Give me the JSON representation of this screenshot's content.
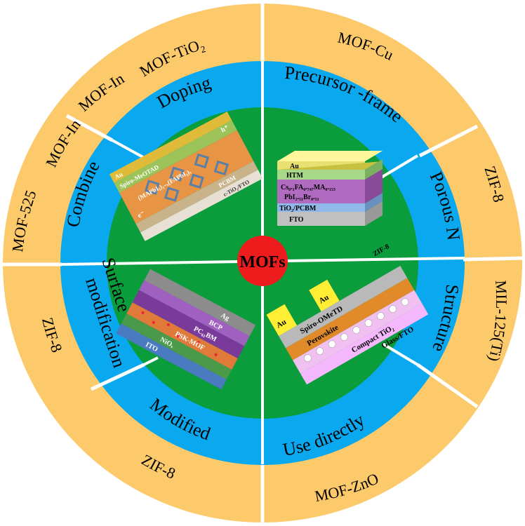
{
  "center": {
    "label": "MOFs"
  },
  "colors": {
    "outer_ring": "#fcc96b",
    "middle_ring": "#0aa8ee",
    "inner_disk": "#0b9c3c",
    "center": "#ee1c1c",
    "divider": "#ffffff"
  },
  "outer_ring": {
    "top_left": [
      "MOF-TiO₂",
      "MOF-In"
    ],
    "left_upper": [
      "MOF-In",
      "MOF-525"
    ],
    "top_right": "MOF-Cu",
    "right": [
      "ZIF-8",
      "MIL-125(Ti)"
    ],
    "left_lower": "ZIF-8",
    "bottom_left": "ZIF-8",
    "bottom_right": "MOF-ZnO"
  },
  "middle_ring": {
    "doping": "Doping",
    "combine": "Combine",
    "precursor_frame": "Precursor -frame",
    "porous_nano": "Porous Nano",
    "structure": "Structure",
    "surface": "Surface",
    "modification": "modification",
    "modified": "Modified",
    "use_directly": "Use directly"
  },
  "devices": {
    "top_left": {
      "layers": [
        "Au",
        "Spiro-MeOTAD",
        "(MAPbI₃)₁₋ₓ(FAPbI₃)ₓ",
        "PCBM",
        "c-TiO₂/FTO",
        "e⁻",
        "h⁺"
      ]
    },
    "top_right": {
      "layers": [
        "Au",
        "HTM",
        "Cs₀.₁FA₀.₇₄₇MA₀.₁₅₃",
        "PbI₂.₅₁Br₀.₅₁",
        "TiO₂/PCBM",
        "FTO"
      ]
    },
    "bottom_left": {
      "layers": [
        "Ag",
        "BCP",
        "PC₆₁BM",
        "PSK-MOF",
        "NiOₓ",
        "ITO"
      ]
    },
    "bottom_right": {
      "layers": [
        "Au",
        "Au",
        "Spiro-OMeTD",
        "Perovskite",
        "Compact TiO₂",
        "Glass/FTO",
        "ZIF-8"
      ]
    }
  }
}
